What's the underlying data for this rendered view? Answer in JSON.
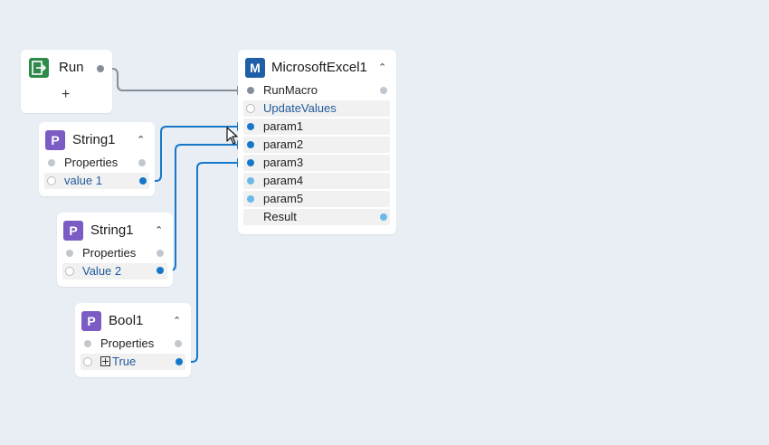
{
  "nodes": {
    "run": {
      "title": "Run",
      "add": "+"
    },
    "excel": {
      "badge": "M",
      "title": "MicrosoftExcel1",
      "rows": [
        "RunMacro",
        "UpdateValues",
        "param1",
        "param2",
        "param3",
        "param4",
        "param5",
        "Result"
      ]
    },
    "string1a": {
      "badge": "P",
      "title": "String1",
      "props": "Properties",
      "value": "value 1"
    },
    "string1b": {
      "badge": "P",
      "title": "String1",
      "props": "Properties",
      "value": "Value 2"
    },
    "bool1": {
      "badge": "P",
      "title": "Bool1",
      "props": "Properties",
      "value": "True"
    }
  },
  "icons": {
    "collapse": "chevron-up-icon",
    "run": "exit-icon",
    "cursor": "pointer-icon"
  },
  "colors": {
    "background": "#e9eef4",
    "property_badge": "#7b5cc4",
    "module_badge": "#1f5fa8",
    "run_badge": "#2d8a4b",
    "wire_data": "#1778c9",
    "wire_control": "#848d99"
  }
}
